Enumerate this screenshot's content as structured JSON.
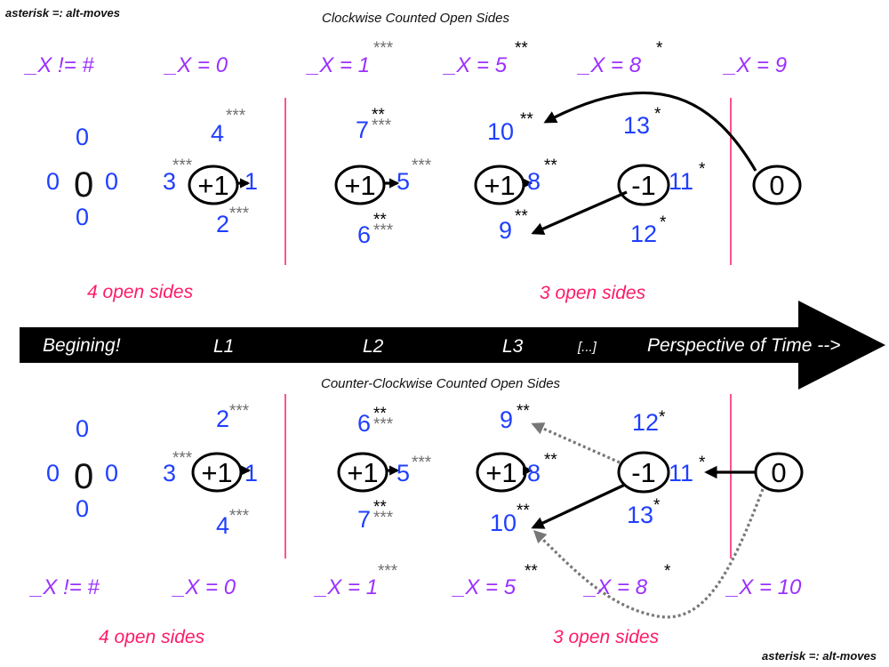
{
  "notes": {
    "top_left": "asterisk =: alt-moves",
    "bottom_right": "asterisk =: alt-moves"
  },
  "titles": {
    "clockwise": "Clockwise Counted Open Sides",
    "counter_clockwise": "Counter-Clockwise Counted Open Sides"
  },
  "top": {
    "x_labels": [
      "_X  != #",
      "_X  =  0",
      "_X  =  1",
      "_X  =  5",
      "_X  =  8",
      "_X  =  9"
    ],
    "x_stars": [
      "***",
      "**",
      "*"
    ],
    "board": {
      "top": "0",
      "left": "0",
      "center": "0",
      "right": "0",
      "bottom": "0"
    },
    "nodes": [
      "+1",
      "+1",
      "+1",
      "-1",
      "0"
    ],
    "numbers": [
      "4",
      "3",
      "1",
      "2",
      "7",
      "5",
      "6",
      "10",
      "8",
      "9",
      "13",
      "11",
      "12"
    ],
    "stars": [
      "***",
      "***",
      "***",
      "**",
      "***",
      "***",
      "**",
      "***",
      "**",
      "**",
      "**",
      "*",
      "*",
      "*"
    ],
    "open_sides": [
      "4 open sides",
      "3 open sides"
    ]
  },
  "timeline": {
    "labels": [
      "Begining!",
      "L1",
      "L2",
      "L3",
      "[...]",
      "Perspective of Time  -->"
    ]
  },
  "bottom": {
    "x_labels": [
      "_X  != #",
      "_X  =  0",
      "_X  =  1",
      "_X  =  5",
      "_X  =  8",
      "_X  =  10"
    ],
    "x_stars": [
      "***",
      "**",
      "*"
    ],
    "board": {
      "top": "0",
      "left": "0",
      "center": "0",
      "right": "0",
      "bottom": "0"
    },
    "nodes": [
      "+1",
      "+1",
      "+1",
      "-1",
      "0"
    ],
    "numbers": [
      "2",
      "3",
      "1",
      "4",
      "6",
      "5",
      "7",
      "9",
      "8",
      "10",
      "12",
      "11",
      "13"
    ],
    "stars": [
      "***",
      "***",
      "***",
      "**",
      "***",
      "***",
      "**",
      "***",
      "**",
      "**",
      "**",
      "*",
      "*",
      "*"
    ],
    "open_sides": [
      "4 open sides",
      "3 open sides"
    ]
  },
  "colors": {
    "blue_numbers": "#1f3fff",
    "purple_labels": "#9b30ff",
    "pink_labels": "#ff1a66",
    "grey_stars": "#6f6f6f"
  }
}
